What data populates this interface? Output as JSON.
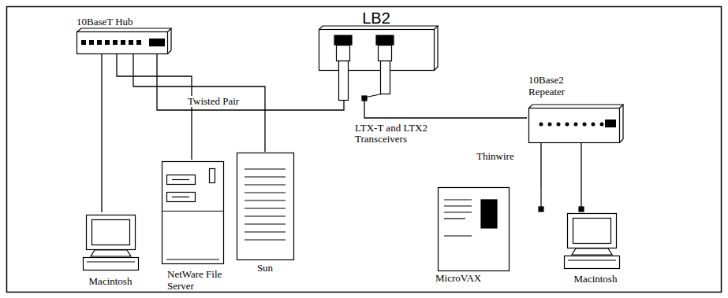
{
  "diagram": {
    "nodes": [
      {
        "text": [
          "10BaseT Hub"
        ]
      },
      {
        "text": [
          "LB2"
        ]
      },
      {
        "text": [
          "10Base2 Repeater"
        ]
      },
      {
        "text": [
          "Macintosh"
        ]
      },
      {
        "text": [
          "NetWare File Server"
        ]
      },
      {
        "text": [
          "Sun"
        ]
      },
      {
        "text": [
          "MicroVAX"
        ]
      },
      {
        "text": [
          "Macintosh"
        ]
      }
    ],
    "edges": [
      {
        "from": 0,
        "to": 3,
        "arrow": "none"
      },
      {
        "from": 0,
        "to": 4,
        "arrow": "none"
      },
      {
        "from": 0,
        "to": 5,
        "arrow": "none"
      },
      {
        "from": 0,
        "to": 1,
        "label": "Twisted Pair",
        "arrow": "none"
      },
      {
        "from": 1,
        "to": 2,
        "arrow": "none"
      },
      {
        "from": 2,
        "to": 6,
        "arrow": "none"
      },
      {
        "from": 2,
        "to": 7,
        "arrow": "none"
      }
    ],
    "labels": [
      "LTX-T and LTX2 Transceivers",
      "Thinwire"
    ]
  }
}
